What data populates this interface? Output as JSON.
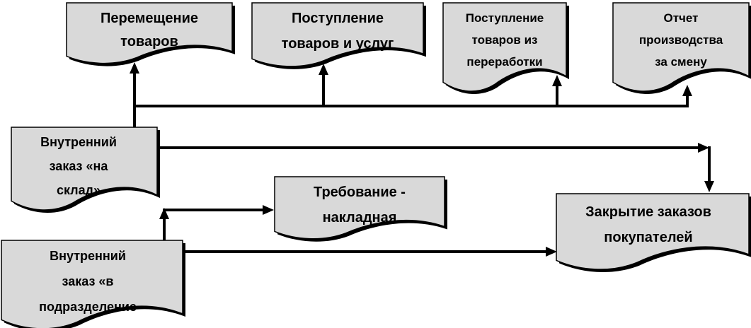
{
  "diagram": {
    "documents": [
      {
        "id": "goods-transfer",
        "lines": [
          "Перемещение",
          "товаров"
        ]
      },
      {
        "id": "goods-services-receipt",
        "lines": [
          "Поступление",
          "товаров и услуг"
        ]
      },
      {
        "id": "processing-receipt",
        "lines": [
          "Поступление",
          "товаров из",
          "переработки"
        ]
      },
      {
        "id": "shift-production-report",
        "lines": [
          "Отчет",
          "производства",
          "за смену"
        ]
      },
      {
        "id": "internal-order-warehouse",
        "lines": [
          "Внутренний",
          "заказ «на",
          "склад»"
        ]
      },
      {
        "id": "requisition-invoice",
        "lines": [
          "Требование -",
          "накладная"
        ]
      },
      {
        "id": "customer-orders-closing",
        "lines": [
          "Закрытие заказов",
          "покупателей"
        ]
      },
      {
        "id": "internal-order-department",
        "lines": [
          "Внутренний",
          "заказ «в",
          "подразделение"
        ]
      }
    ],
    "edges": [
      {
        "from": "internal-order-warehouse",
        "to": "goods-transfer"
      },
      {
        "from": "internal-order-warehouse",
        "to": "goods-services-receipt"
      },
      {
        "from": "internal-order-warehouse",
        "to": "processing-receipt"
      },
      {
        "from": "internal-order-warehouse",
        "to": "shift-production-report"
      },
      {
        "from": "internal-order-warehouse",
        "to": "customer-orders-closing"
      },
      {
        "from": "internal-order-department",
        "to": "requisition-invoice"
      },
      {
        "from": "internal-order-department",
        "to": "customer-orders-closing"
      }
    ]
  }
}
